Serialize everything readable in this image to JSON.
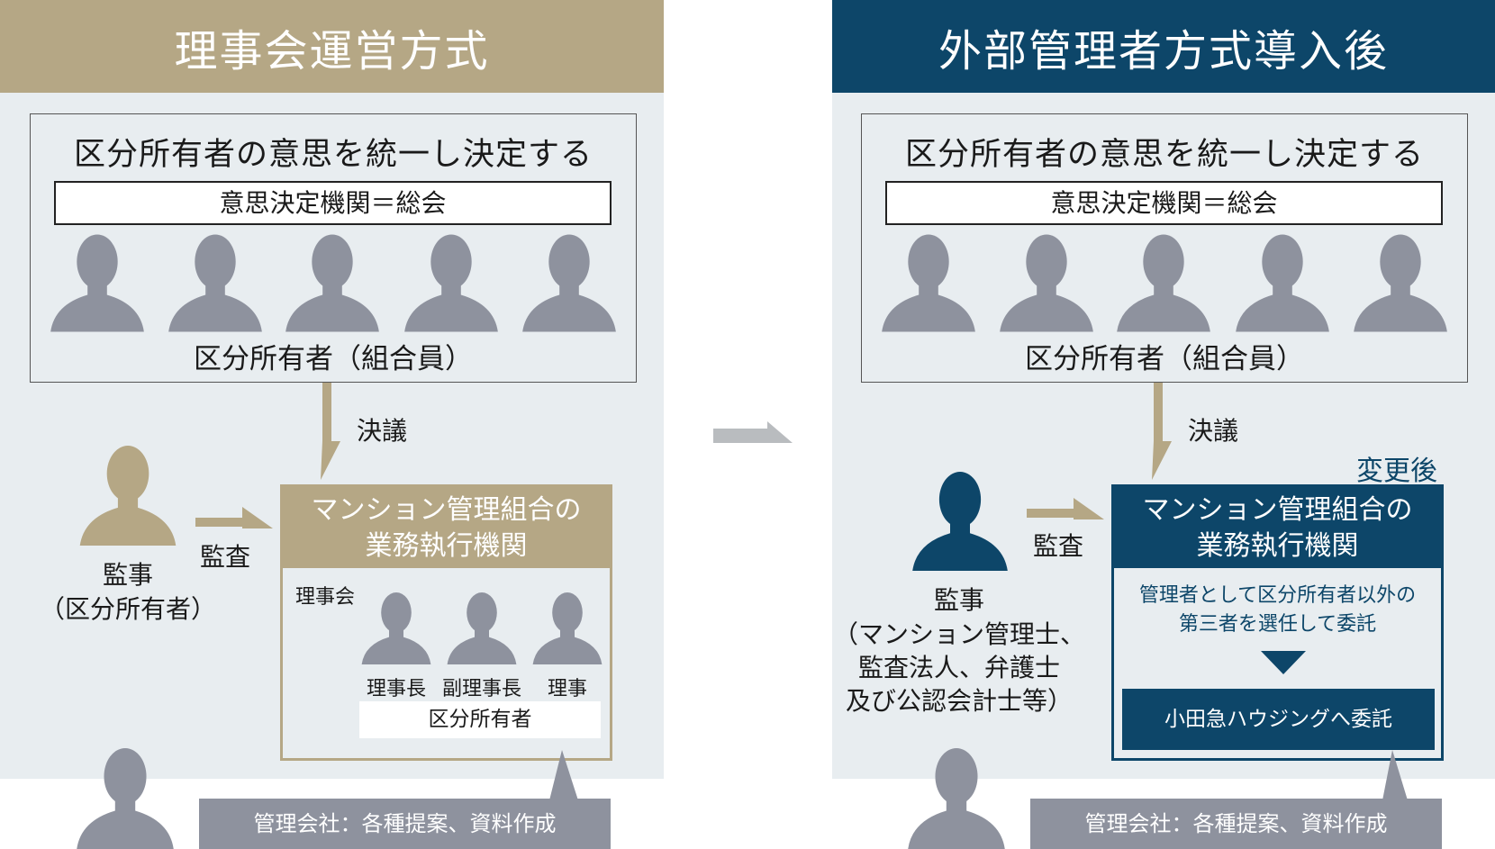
{
  "colors": {
    "tan": "#b5a785",
    "navy": "#0d4669",
    "gray": "#8e929e",
    "panel": "#e8edf0"
  },
  "left": {
    "title": "理事会運営方式",
    "top_title": "区分所有者の意思を統一し決定する",
    "top_inner": "意思決定機関＝総会",
    "top_label": "区分所有者（組合員）",
    "resolution": "決議",
    "audit": "監査",
    "auditor_title": "監事",
    "auditor_sub": "（区分所有者）",
    "exec_title_1": "マンション管理組合の",
    "exec_title_2": "業務執行機関",
    "board": "理事会",
    "roles": [
      "理事長",
      "副理事長",
      "理事"
    ],
    "owners": "区分所有者",
    "mgmt": "管理会社：各種提案、資料作成"
  },
  "arrow_icon": "right-arrow-icon",
  "right": {
    "title": "外部管理者方式導入後",
    "top_title": "区分所有者の意思を統一し決定する",
    "top_inner": "意思決定機関＝総会",
    "top_label": "区分所有者（組合員）",
    "resolution": "決議",
    "audit": "監査",
    "changed": "変更後",
    "auditor_title": "監事",
    "auditor_lines": [
      "（マンション管理士、",
      "監査法人、弁護士",
      "及び公認会計士等）"
    ],
    "exec_title_1": "マンション管理組合の",
    "exec_title_2": "業務執行機関",
    "desc_1": "管理者として区分所有者以外の",
    "desc_2": "第三者を選任して委託",
    "entrust": "小田急ハウジングへ委託",
    "mgmt": "管理会社：各種提案、資料作成"
  }
}
